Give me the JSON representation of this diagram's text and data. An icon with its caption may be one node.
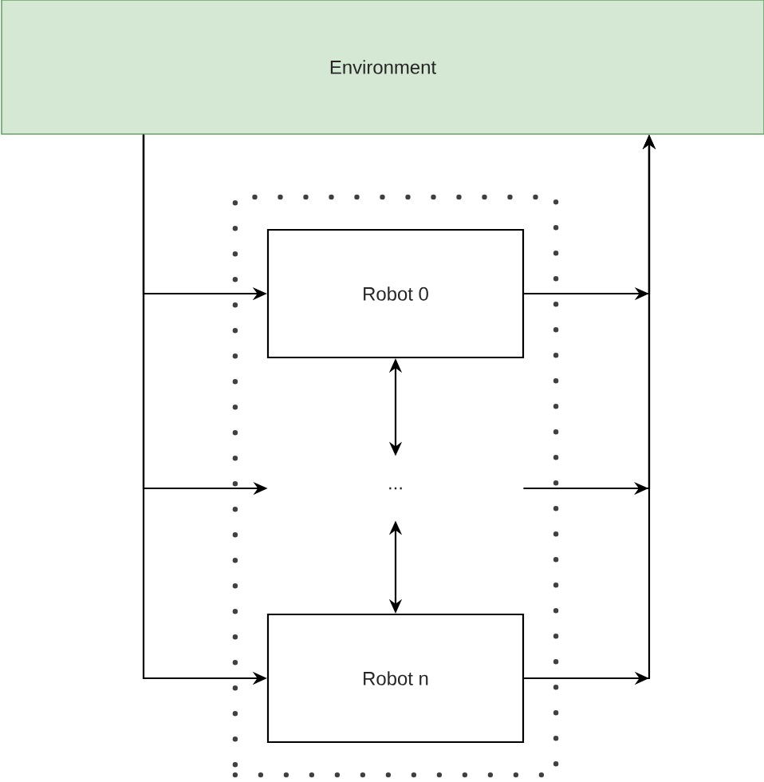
{
  "diagram": {
    "nodes": [
      {
        "text": [
          "Environment"
        ]
      },
      {
        "text": [],
        "shape": "box"
      },
      {
        "text": [
          "Robot 0"
        ],
        "in": 1
      },
      {
        "text": [
          "..."
        ],
        "in": 1
      },
      {
        "text": [
          "Robot n"
        ],
        "in": 1
      }
    ],
    "edges": [
      {
        "from": 0,
        "to": 2,
        "arrow": "to"
      },
      {
        "from": 0,
        "to": 3,
        "arrow": "to"
      },
      {
        "from": 0,
        "to": 4,
        "arrow": "to"
      },
      {
        "from": 2,
        "to": 3,
        "arrow": "both"
      },
      {
        "from": 3,
        "to": 4,
        "arrow": "both"
      },
      {
        "from": 2,
        "to": 0,
        "arrow": "to"
      },
      {
        "from": 3,
        "to": 0,
        "arrow": "to"
      },
      {
        "from": 4,
        "to": 0,
        "arrow": "to"
      }
    ]
  }
}
